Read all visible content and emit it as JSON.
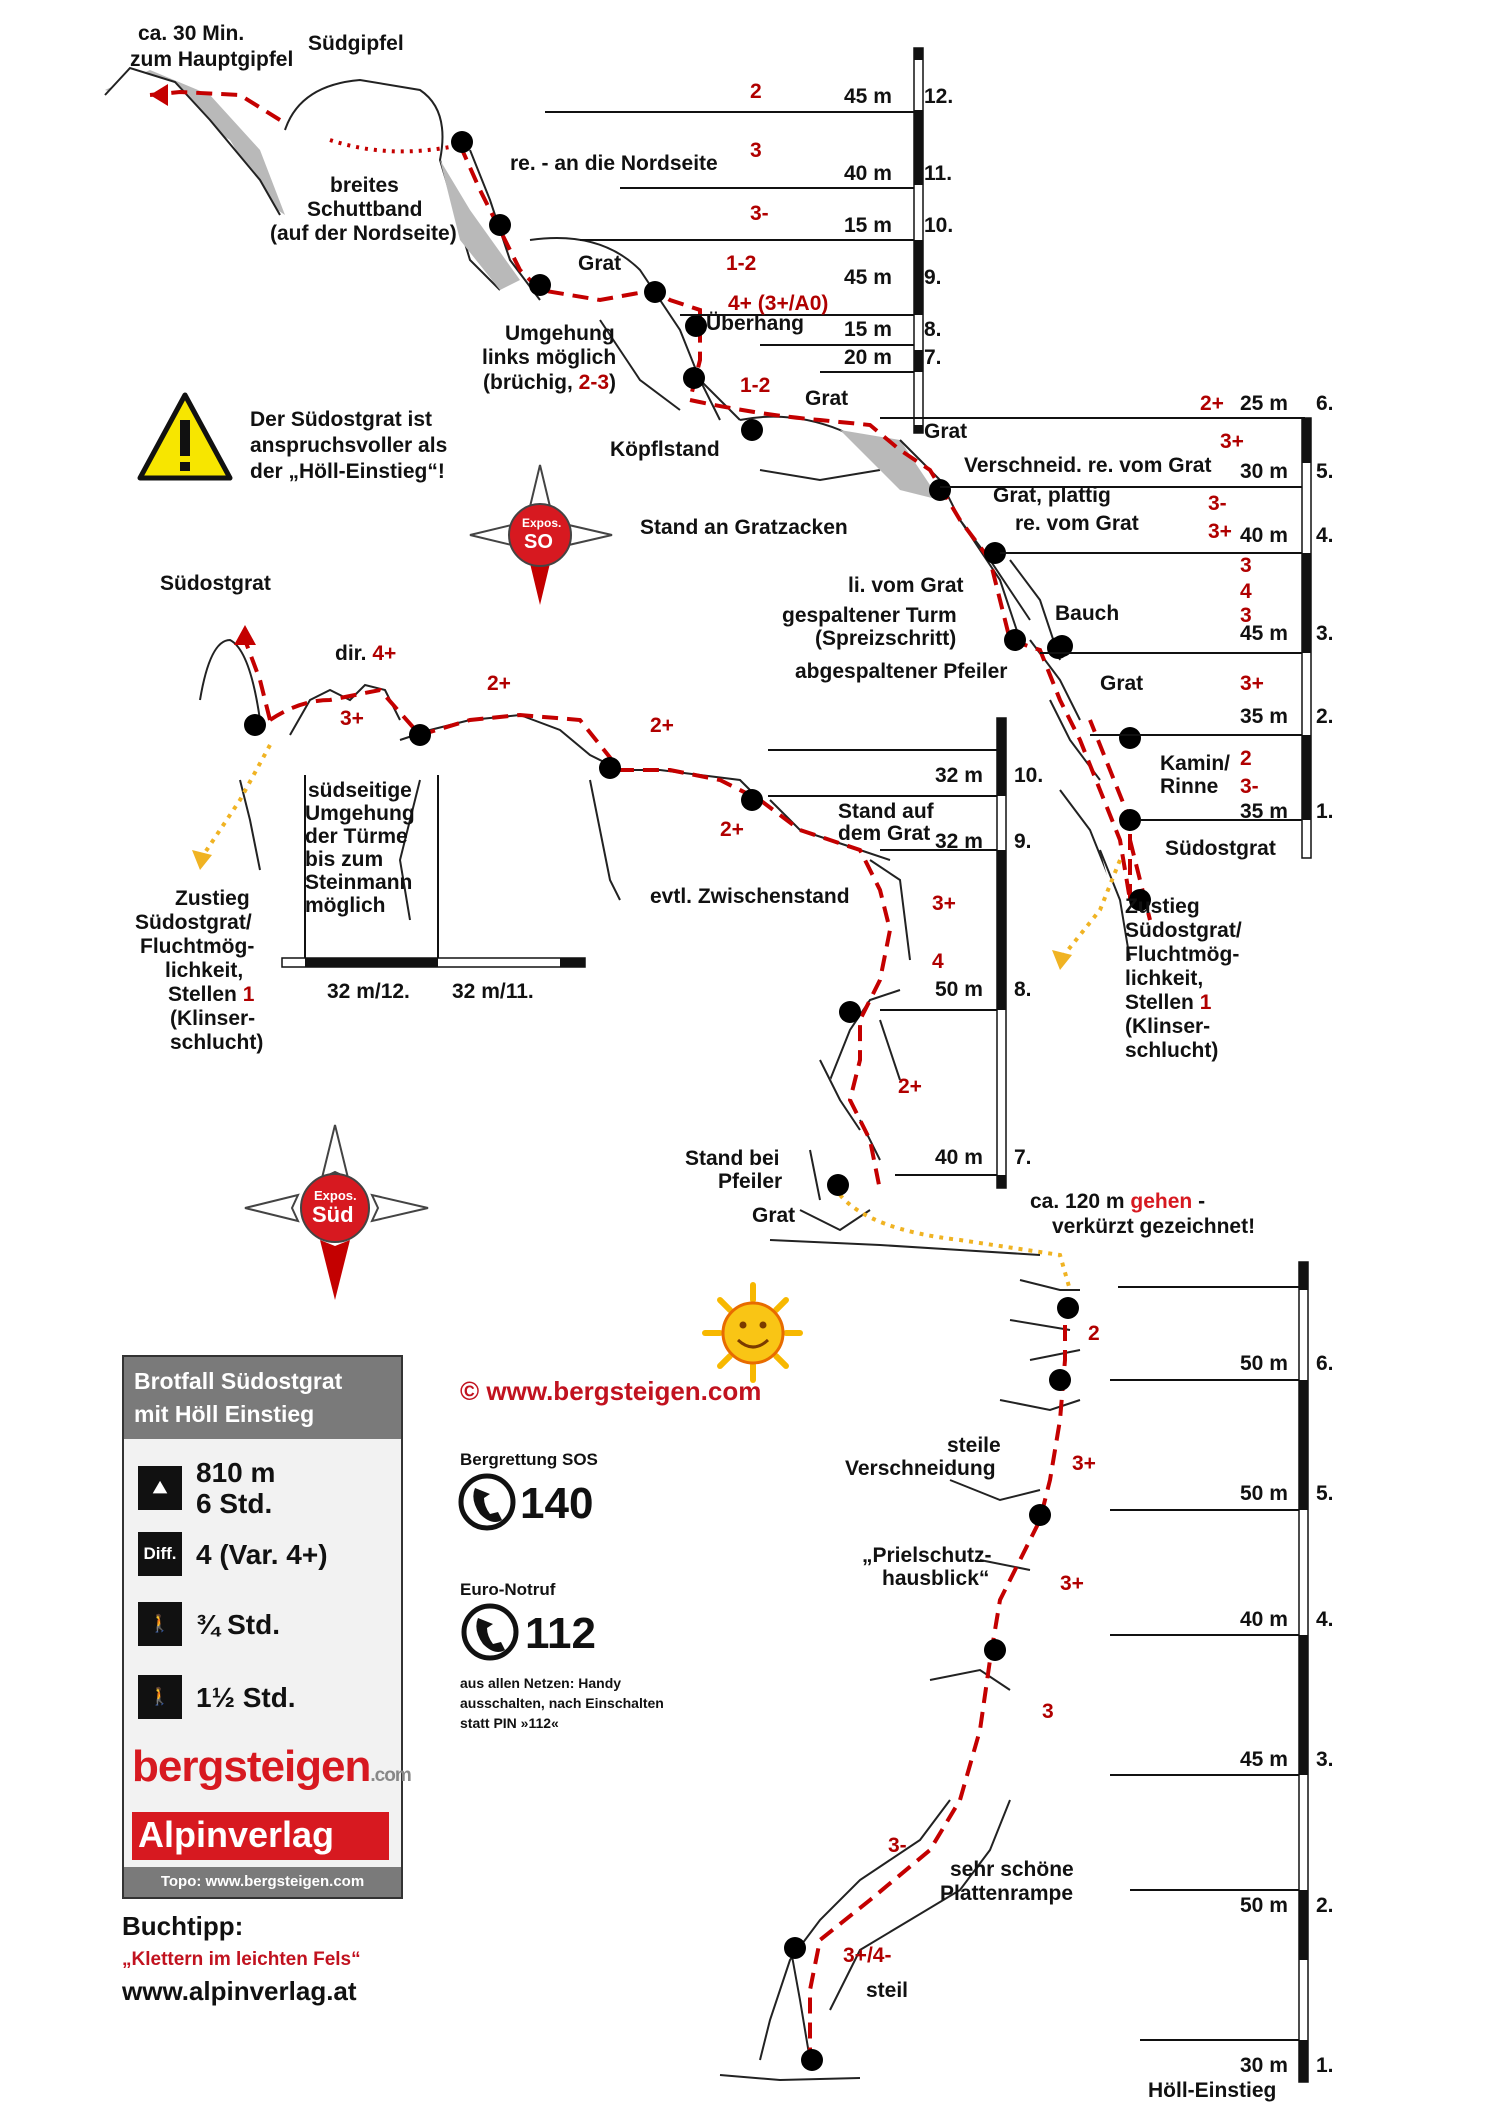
{
  "colors": {
    "route": "#c40000",
    "approach": "#f0b323",
    "text": "#111111",
    "panel_header": "#7a7a7a",
    "brand_red": "#d71920"
  },
  "summit": {
    "to_main_summit": [
      "ca. 30 Min.",
      "zum Hauptgipfel"
    ],
    "south_summit": "Südgipfel",
    "scree_band": [
      "breites",
      "Schuttband",
      "(auf der Nordseite)"
    ],
    "north_side": "re. - an die Nordseite",
    "grat1": "Grat",
    "bypass": [
      "Umgehung",
      "links möglich",
      "(brüchig, "
    ],
    "bypass_grade": "2-3",
    "bypass_end": ")",
    "overhang": "Überhang",
    "koepfl": "Köpflstand",
    "grat2": "Grat",
    "grat3": "Grat"
  },
  "warning": {
    "icon": "warning-icon",
    "lines": [
      "Der Südostgrat ist",
      "anspruchsvoller als",
      "der „Höll-Einstieg“!"
    ]
  },
  "compass_so": {
    "label": "Expos.",
    "dir": "SO"
  },
  "compass_sued": {
    "label": "Expos.",
    "dir": "Süd"
  },
  "upper_pitches": [
    {
      "grade": "2",
      "length": "45 m",
      "num": "12."
    },
    {
      "grade": "3",
      "length": "40 m",
      "num": "11."
    },
    {
      "grade": "3-",
      "length": "15 m",
      "num": "10."
    },
    {
      "grade": "1-2",
      "length": "45 m",
      "num": "9."
    },
    {
      "grade": "4+ (3+/A0)",
      "length": "15 m",
      "num": "8."
    },
    {
      "grade": "",
      "length": "20 m",
      "num": "7."
    }
  ],
  "upper_grade_1_2": "1-2",
  "southeast_pitches": [
    {
      "grade": "2+",
      "length": "25 m",
      "num": "6."
    },
    {
      "grade": "3+",
      "length": "30 m",
      "num": "5."
    },
    {
      "grade": "3-",
      "grade2": "3+",
      "length": "40 m",
      "num": "4."
    },
    {
      "grade": "3",
      "grade2": "4",
      "grade3": "3",
      "length": "45 m",
      "num": "3."
    },
    {
      "grade": "3+",
      "length": "35 m",
      "num": "2."
    },
    {
      "grade": "2",
      "grade2": "3-",
      "length": "35 m",
      "num": "1."
    }
  ],
  "se_labels": {
    "grat_right": "Grat",
    "verschneid": "Verschneid. re. vom Grat",
    "grat_plattig": "Grat, plattig",
    "re_vom_grat": "re. vom Grat",
    "gratzacken": "Stand an Gratzacken",
    "li_vom_grat": "li. vom Grat",
    "turm": [
      "gespaltener Turm",
      "(Spreizschritt)"
    ],
    "bauch": "Bauch",
    "pfeiler": "abgespaltener Pfeiler",
    "grat": "Grat",
    "kamin": [
      "Kamin/",
      "Rinne"
    ],
    "start": "Südostgrat"
  },
  "se_approach": [
    "Zustieg",
    "Südostgrat/",
    "Fluchtmög-",
    "lichkeit,",
    "Stellen ",
    "(Klinser-",
    "schlucht)"
  ],
  "se_approach_grade": "1",
  "middle": {
    "title": "Südostgrat",
    "dir": "dir. ",
    "dir_grade": "4+",
    "g1": "3+",
    "g2": "2+",
    "g3": "2+",
    "g4": "2+",
    "bypass": [
      "südseitige",
      "Umgehung",
      "der Türme",
      "bis zum",
      "Steinmann",
      " möglich"
    ],
    "scale_left": "32 m/12.",
    "scale_right": "32 m/11.",
    "approach": [
      "Zustieg",
      "Südostgrat/",
      "Fluchtmög-",
      "lichkeit,",
      "Stellen ",
      "(Klinser-",
      "schlucht)"
    ],
    "approach_grade": "1"
  },
  "middle_pitches": [
    {
      "length": "32 m",
      "num": "10."
    },
    {
      "length": "32 m",
      "num": "9."
    },
    {
      "length": "50 m",
      "num": "8."
    },
    {
      "length": "40 m",
      "num": "7."
    }
  ],
  "middle_labels": {
    "stand_grat": [
      "Stand auf",
      "dem Grat"
    ],
    "zwischen": "evtl. Zwischenstand",
    "g35": "3+",
    "g4": "4",
    "g2p": "2+",
    "pfeiler": [
      "Stand bei",
      "Pfeiler"
    ],
    "grat": "Grat",
    "walk1": "ca. 120 m ",
    "walk2": "gehen",
    "walk3": " -",
    "walk4": "verkürzt gezeichnet!"
  },
  "hoell_pitches": [
    {
      "length": "50 m",
      "num": "6."
    },
    {
      "length": "50 m",
      "num": "5."
    },
    {
      "length": "40 m",
      "num": "4."
    },
    {
      "length": "45 m",
      "num": "3."
    },
    {
      "length": "50 m",
      "num": "2."
    },
    {
      "length": "30 m",
      "num": "1."
    }
  ],
  "hoell_labels": {
    "g2": "2",
    "verschneidung": [
      "steile",
      "Verschneidung"
    ],
    "g3p": "3+",
    "priel": [
      "„Prielschutz-",
      "hausblick“"
    ],
    "g3p2": "3+",
    "g3": "3",
    "g3m": "3-",
    "platten": [
      "sehr schöne",
      "Plattenrampe"
    ],
    "g34": "3+/4-",
    "steil": "steil",
    "start": "Höll-Einstieg"
  },
  "copyright": "©  www.bergsteigen.com",
  "emergency": {
    "sos_title": "Bergrettung SOS",
    "sos_num": "140",
    "euro_title": "Euro-Notruf",
    "euro_num": "112",
    "note": [
      "aus allen Netzen: Handy",
      "ausschalten, nach Einschalten",
      "statt PIN »112«"
    ]
  },
  "panel": {
    "title": [
      "Brotfall Südostgrat",
      "mit Höll Einstieg"
    ],
    "height": "810 m",
    "time": "6 Std.",
    "diff_label": "Diff.",
    "difficulty": "4 (Var. 4+)",
    "approach_time": "¾ Std.",
    "descent_time": "1½ Std.",
    "brand1": "bergsteigen",
    "brand1_suffix": ".com",
    "brand2": "Alpinverlag",
    "footer": "Topo: www.bergsteigen.com"
  },
  "book": {
    "title": "Buchtipp:",
    "name": "„Klettern im leichten Fels“",
    "url": "www.alpinverlag.at"
  }
}
